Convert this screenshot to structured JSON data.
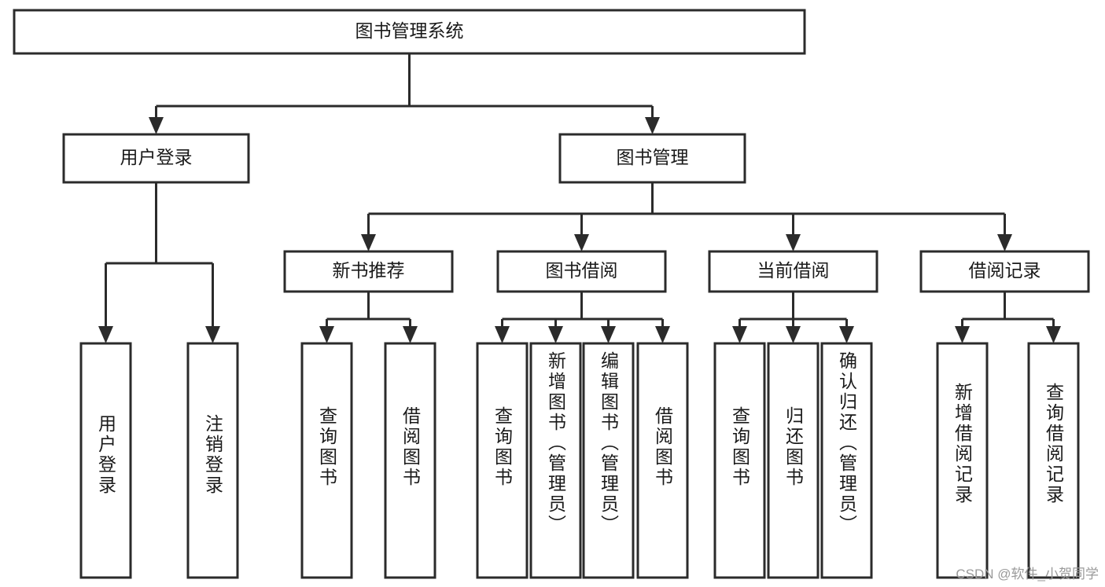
{
  "diagram": {
    "title": "图书管理系统",
    "watermark": "CSDN @软件_小贺同学",
    "colors": {
      "stroke": "#2b2b2b",
      "fill": "#ffffff",
      "text": "#1a1a1a",
      "watermark": "#9a9a9a"
    },
    "nodes": {
      "root": {
        "label": "图书管理系统"
      },
      "level1": [
        {
          "id": "user-login",
          "label": "用户登录"
        },
        {
          "id": "book-manage",
          "label": "图书管理"
        }
      ],
      "level2": [
        {
          "id": "new-book-recommend",
          "label": "新书推荐"
        },
        {
          "id": "book-borrow",
          "label": "图书借阅"
        },
        {
          "id": "current-borrow",
          "label": "当前借阅"
        },
        {
          "id": "borrow-record",
          "label": "借阅记录"
        }
      ],
      "leaves": {
        "user_login": [
          {
            "id": "leaf-user-login",
            "label": "用户登录"
          },
          {
            "id": "leaf-logout-login",
            "label": "注销登录"
          }
        ],
        "new_book_recommend": [
          {
            "id": "leaf-query-book-1",
            "label": "查询图书"
          },
          {
            "id": "leaf-borrow-book-1",
            "label": "借阅图书"
          }
        ],
        "book_borrow": [
          {
            "id": "leaf-query-book-2",
            "label": "查询图书"
          },
          {
            "id": "leaf-add-book",
            "label": "新增图书（管理员）"
          },
          {
            "id": "leaf-edit-book",
            "label": "编辑图书（管理员）"
          },
          {
            "id": "leaf-borrow-book-2",
            "label": "借阅图书"
          }
        ],
        "current_borrow": [
          {
            "id": "leaf-query-book-3",
            "label": "查询图书"
          },
          {
            "id": "leaf-return-book",
            "label": "归还图书"
          },
          {
            "id": "leaf-confirm-return",
            "label": "确认归还（管理员）"
          }
        ],
        "borrow_record": [
          {
            "id": "leaf-add-record",
            "label": "新增借阅记录"
          },
          {
            "id": "leaf-query-record",
            "label": "查询借阅记录"
          }
        ]
      }
    }
  }
}
